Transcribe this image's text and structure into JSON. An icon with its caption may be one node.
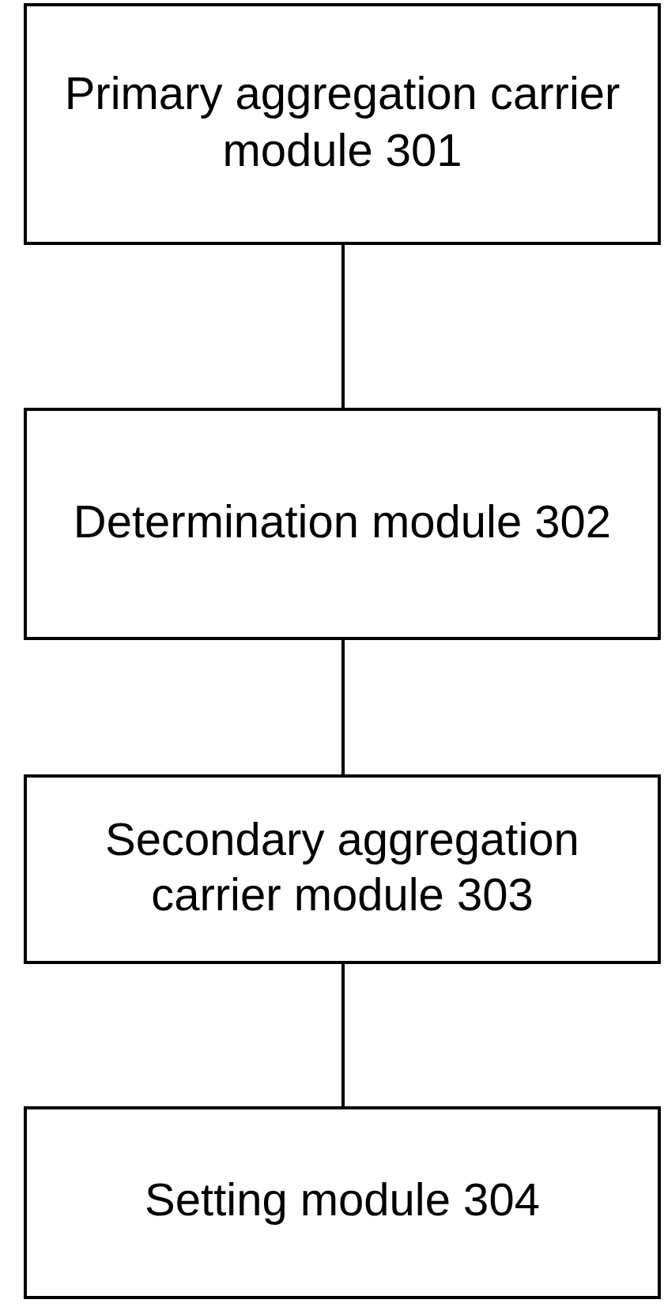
{
  "diagram": {
    "nodes": [
      {
        "text": [
          "Primary aggregation carrier module 301"
        ]
      },
      {
        "text": [
          "Determination module 302"
        ]
      },
      {
        "text": [
          "Secondary aggregation carrier module 303"
        ]
      },
      {
        "text": [
          "Setting module 304"
        ]
      }
    ],
    "edges": [
      {
        "from": 0,
        "to": 1,
        "arrow": "none"
      },
      {
        "from": 1,
        "to": 2,
        "arrow": "none"
      },
      {
        "from": 2,
        "to": 3,
        "arrow": "none"
      }
    ]
  }
}
